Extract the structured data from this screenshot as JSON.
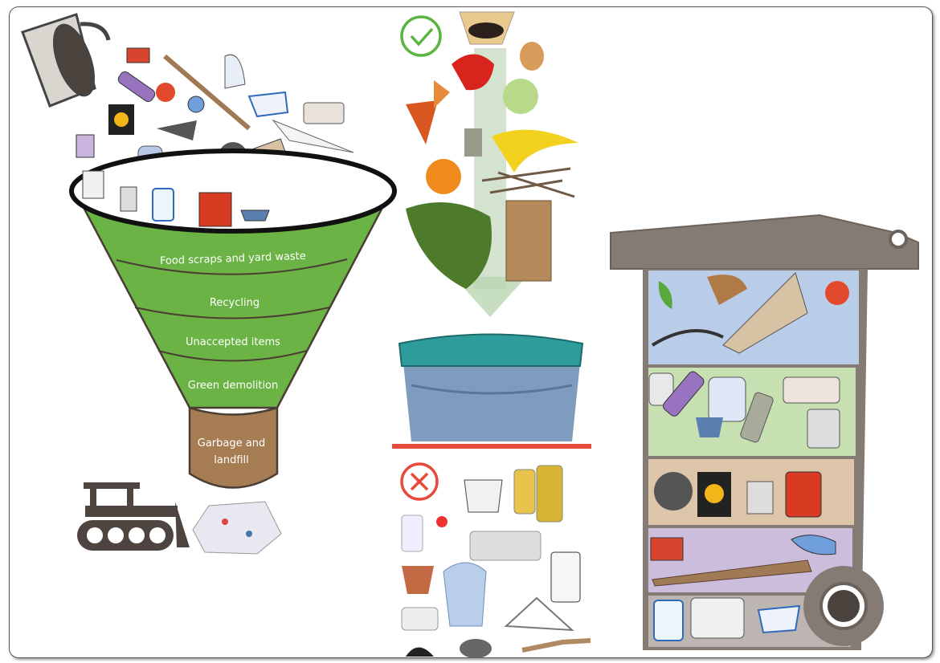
{
  "funnel": {
    "layers": [
      {
        "label": "Food scraps and yard waste"
      },
      {
        "label": "Recycling"
      },
      {
        "label": "Unaccepted items"
      },
      {
        "label": "Green demolition"
      }
    ],
    "spout": {
      "line1": "Garbage and",
      "line2": "landfill"
    }
  },
  "icons": {
    "accepted": "check-circle-icon",
    "rejected": "x-circle-icon"
  },
  "colors": {
    "funnel_green": "#6ab344",
    "funnel_brown": "#a67c52",
    "accept_green": "#5ab542",
    "reject_red": "#e8493a",
    "cart_gray": "#857b75",
    "band_food": "#b9cde8",
    "band_recycling": "#c6e0b2",
    "band_hazard": "#dcc5a9",
    "band_demolition": "#ccbddd",
    "band_garbage": "#bdb5b1"
  }
}
